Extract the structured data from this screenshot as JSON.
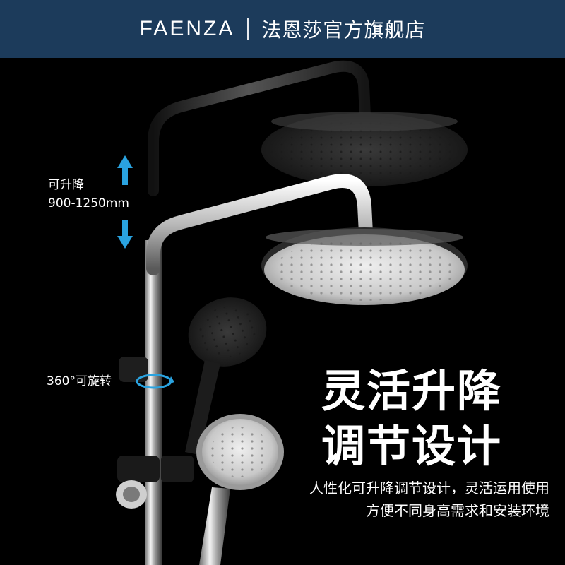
{
  "header": {
    "brand": "FAENZA",
    "store_name": "法恩莎官方旗舰店"
  },
  "callouts": {
    "height_label": "可升降",
    "height_range": "900-1250mm",
    "rotate_label": "360°可旋转"
  },
  "headline": {
    "line1": "灵活升降",
    "line2": "调节设计"
  },
  "description": {
    "line1": "人性化可升降调节设计，灵活运用使用",
    "line2": "方便不同身高需求和安装环境"
  },
  "colors": {
    "header_bg": "#1c3b5b",
    "background": "#000000",
    "arrow_blue": "#2aa3e0",
    "text": "#ffffff"
  },
  "icons": [
    "arrow-up-icon",
    "arrow-down-icon",
    "rotate-ring-icon"
  ]
}
